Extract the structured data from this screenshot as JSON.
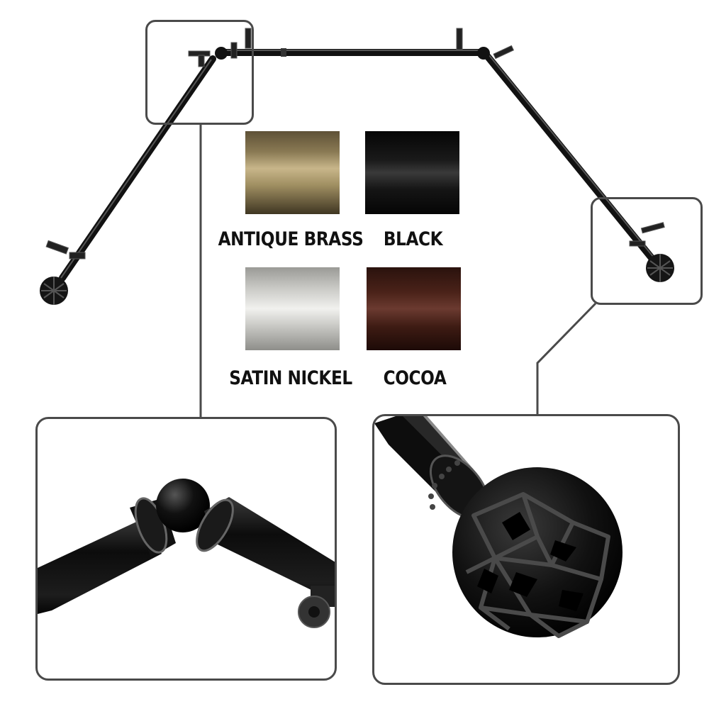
{
  "finishes": [
    {
      "label": "ANTIQUE BRASS",
      "color_top": "#5e5136",
      "color_mid": "#c8b68a",
      "color_bottom": "#3f3622"
    },
    {
      "label": "BLACK",
      "color_top": "#050505",
      "color_mid": "#3a3a3a",
      "color_bottom": "#050505"
    },
    {
      "label": "SATIN NICKEL",
      "color_top": "#9a9a96",
      "color_mid": "#f1f1ee",
      "color_bottom": "#8e8e8a"
    },
    {
      "label": "COCOA",
      "color_top": "#2a120d",
      "color_mid": "#6b3a30",
      "color_bottom": "#1d0a07"
    }
  ],
  "rod_color": "#111111",
  "frame_color": "#4a4a4a"
}
